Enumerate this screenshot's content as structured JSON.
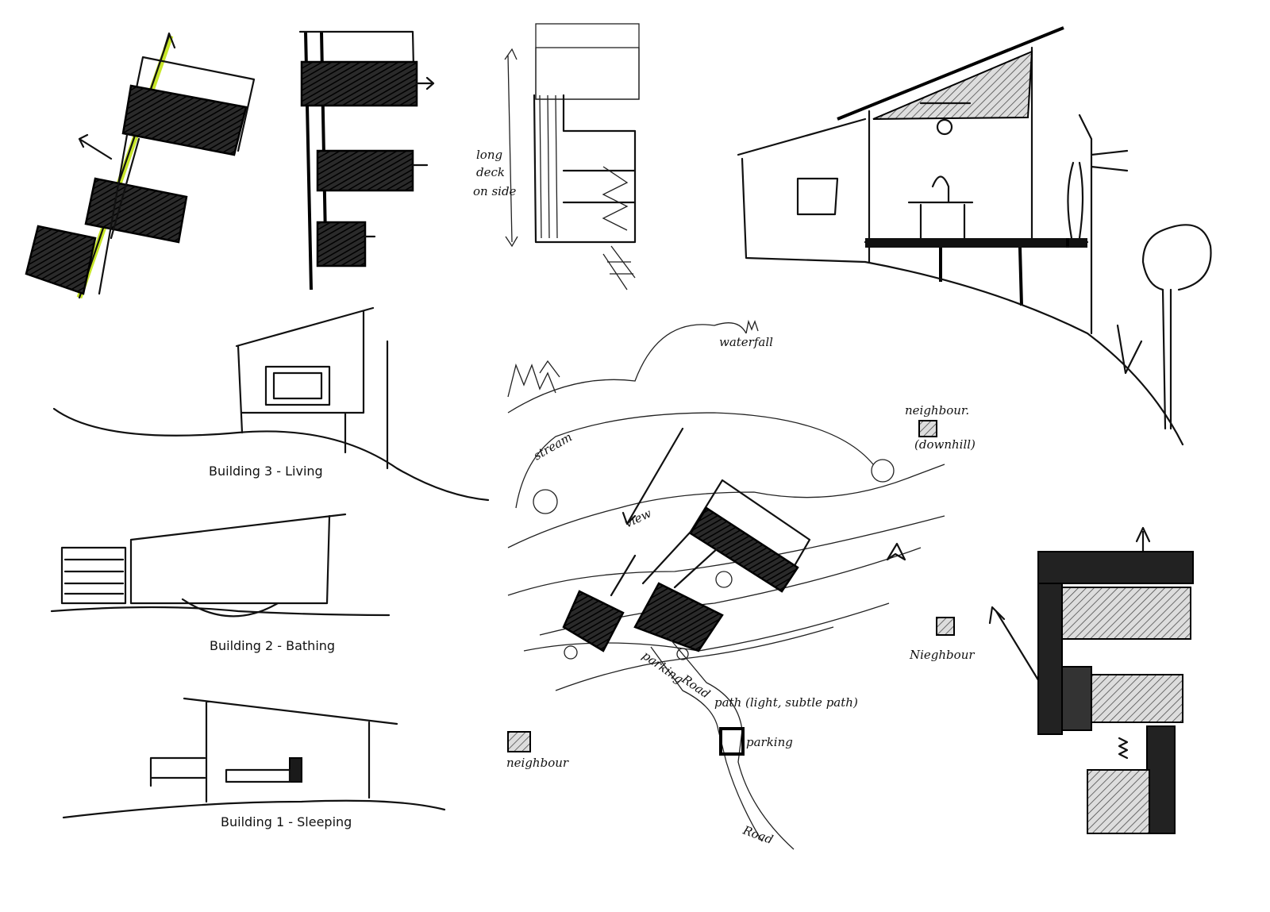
{
  "captions": {
    "building3": "Building 3 - Living",
    "building2": "Building 2 - Bathing",
    "building1": "Building 1 - Sleeping"
  },
  "annotations": {
    "deck_line1": "long",
    "deck_line2": "deck",
    "deck_line3": "on side",
    "waterfall": "waterfall",
    "stream": "stream",
    "view": "view",
    "neighbour_ne": "neighbour.",
    "downhill": "(downhill)",
    "neighbour_e": "Nieghbour",
    "neighbour_sw": "neighbour",
    "parking_site": "parking",
    "road_path": "Road",
    "path": "path (light, subtle path)",
    "parking": "parking",
    "road": "Road"
  },
  "colors": {
    "ink": "#111111",
    "highlighter": "#c8e62a",
    "paper": "#ffffff"
  }
}
